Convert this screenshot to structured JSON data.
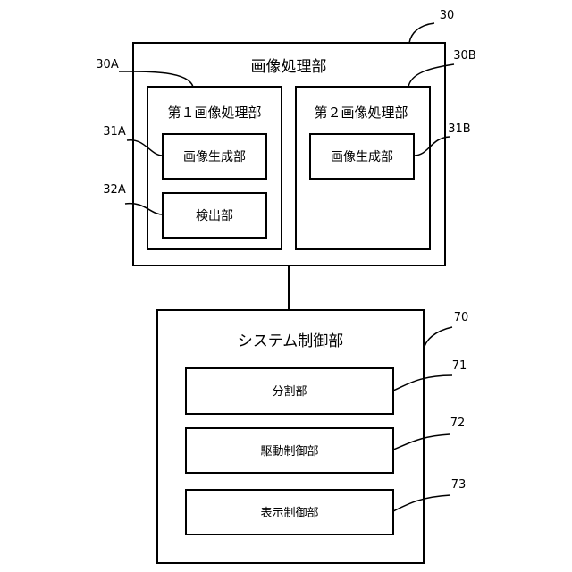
{
  "image_processing": {
    "ref": "30",
    "title": "画像処理部",
    "first": {
      "ref": "30A",
      "title": "第１画像処理部",
      "image_generation": {
        "ref": "31A",
        "label": "画像生成部"
      },
      "detection": {
        "ref": "32A",
        "label": "検出部"
      }
    },
    "second": {
      "ref": "30B",
      "title": "第２画像処理部",
      "image_generation": {
        "ref": "31B",
        "label": "画像生成部"
      }
    }
  },
  "system_control": {
    "ref": "70",
    "title": "システム制御部",
    "division": {
      "ref": "71",
      "label": "分割部"
    },
    "drive_control": {
      "ref": "72",
      "label": "駆動制御部"
    },
    "display_control": {
      "ref": "73",
      "label": "表示制御部"
    }
  }
}
